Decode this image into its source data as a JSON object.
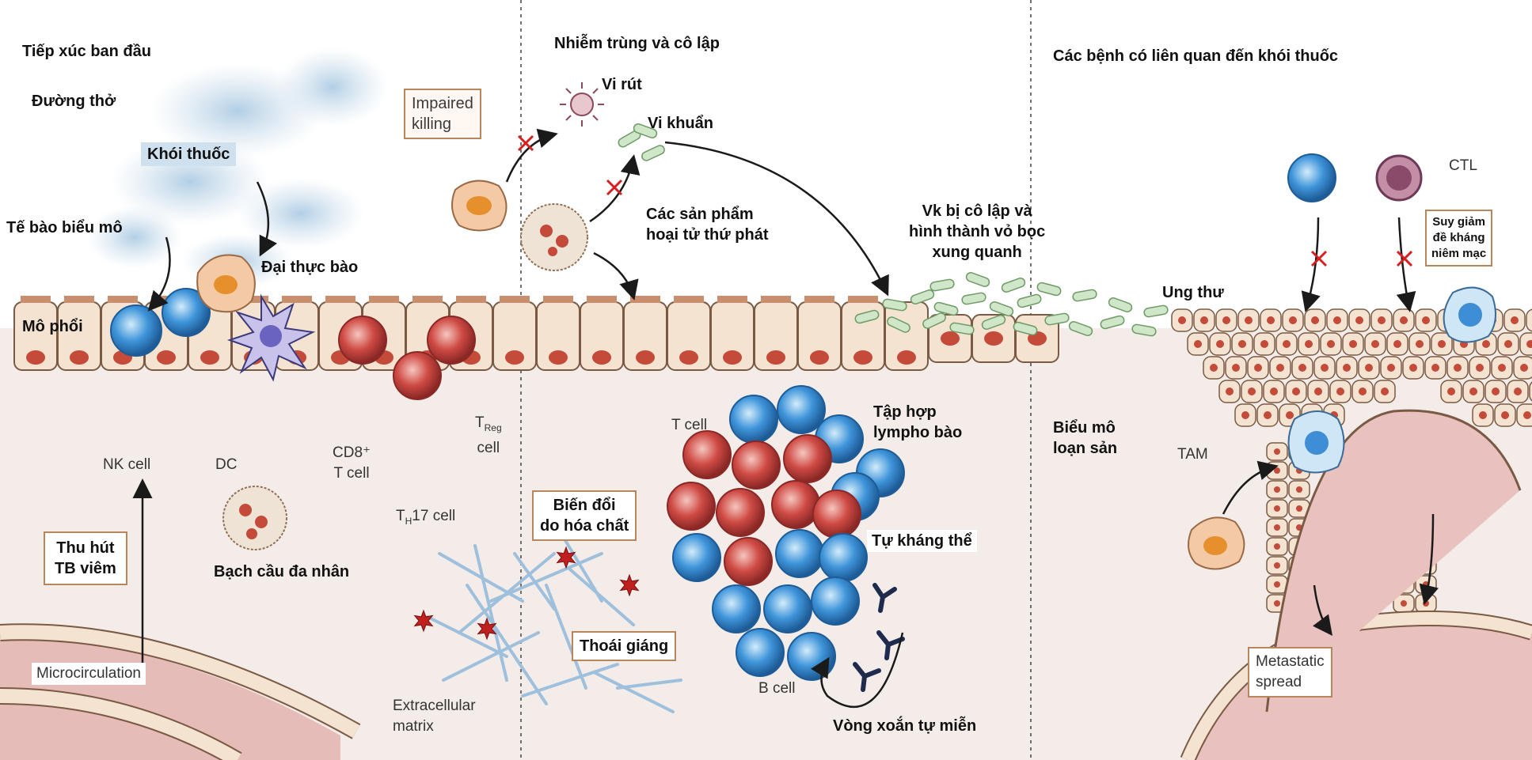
{
  "panels": {
    "left_title": "Tiếp xúc ban đầu",
    "middle_title": "Nhiễm trùng và cô lập",
    "right_title": "Các bệnh có liên quan đến khói thuốc"
  },
  "labels": {
    "airway": "Đường thở",
    "smoke": "Khói thuốc",
    "epithelial_cell": "Tế bào biểu mô",
    "macrophage": "Đại thực bào",
    "lung_tissue": "Mô phổi",
    "nk_cell": "NK cell",
    "dc": "DC",
    "cd8_line1": "CD8⁺",
    "cd8_line2": "T cell",
    "treg_main": "T",
    "treg_sub": "Reg",
    "treg_cell": "cell",
    "th17_main": "T",
    "th17_sub": "H",
    "th17_rest": "17 cell",
    "recruit_line1": "Thu hút",
    "recruit_line2": "TB viêm",
    "neutrophil": "Bạch cầu đa nhân",
    "microcirculation": "Microcirculation",
    "impaired_line1": "Impaired",
    "impaired_line2": "killing",
    "virus": "Vi rút",
    "bacteria": "Vi khuẩn",
    "necrotic_line1": "Các sản phẩm",
    "necrotic_line2": "hoại tử thứ phát",
    "isolated_line1": "Vk bị cô lập và",
    "isolated_line2": "hình thành vỏ bọc",
    "isolated_line3": "xung quanh",
    "chem_line1": "Biến đổi",
    "chem_line2": "do hóa chất",
    "degradation": "Thoái giáng",
    "ecm_line1": "Extracellular",
    "ecm_line2": "matrix",
    "t_cell": "T cell",
    "b_cell": "B cell",
    "lympho_line1": "Tập hợp",
    "lympho_line2": "lympho bào",
    "autoantibody": "Tự kháng thể",
    "autoimmune_loop": "Vòng xoắn tự miễn",
    "dysplasia_line1": "Biểu mô",
    "dysplasia_line2": "loạn sản",
    "cancer": "Ung thư",
    "ctl": "CTL",
    "mucosal_line1": "Suy giảm",
    "mucosal_line2": "đề kháng",
    "mucosal_line3": "niêm mạc",
    "tam": "TAM",
    "metastatic_line1": "Metastatic",
    "metastatic_line2": "spread"
  },
  "colors": {
    "epithelium": "#f3e3d0",
    "epithelium_border": "#7a5a44",
    "nucleus": "#c44a3a",
    "cilia": "#c98e6d",
    "t_cell": "#c8403d",
    "b_cell": "#3d8ed4",
    "smoke": "#9cc0dc",
    "tissue": "#f2e8e2",
    "vessel": "#d9a0a0",
    "bacteria": "#cfe6c8",
    "matrix": "#9ec0dc",
    "star": "#c0201e",
    "block_x": "#d62020"
  }
}
